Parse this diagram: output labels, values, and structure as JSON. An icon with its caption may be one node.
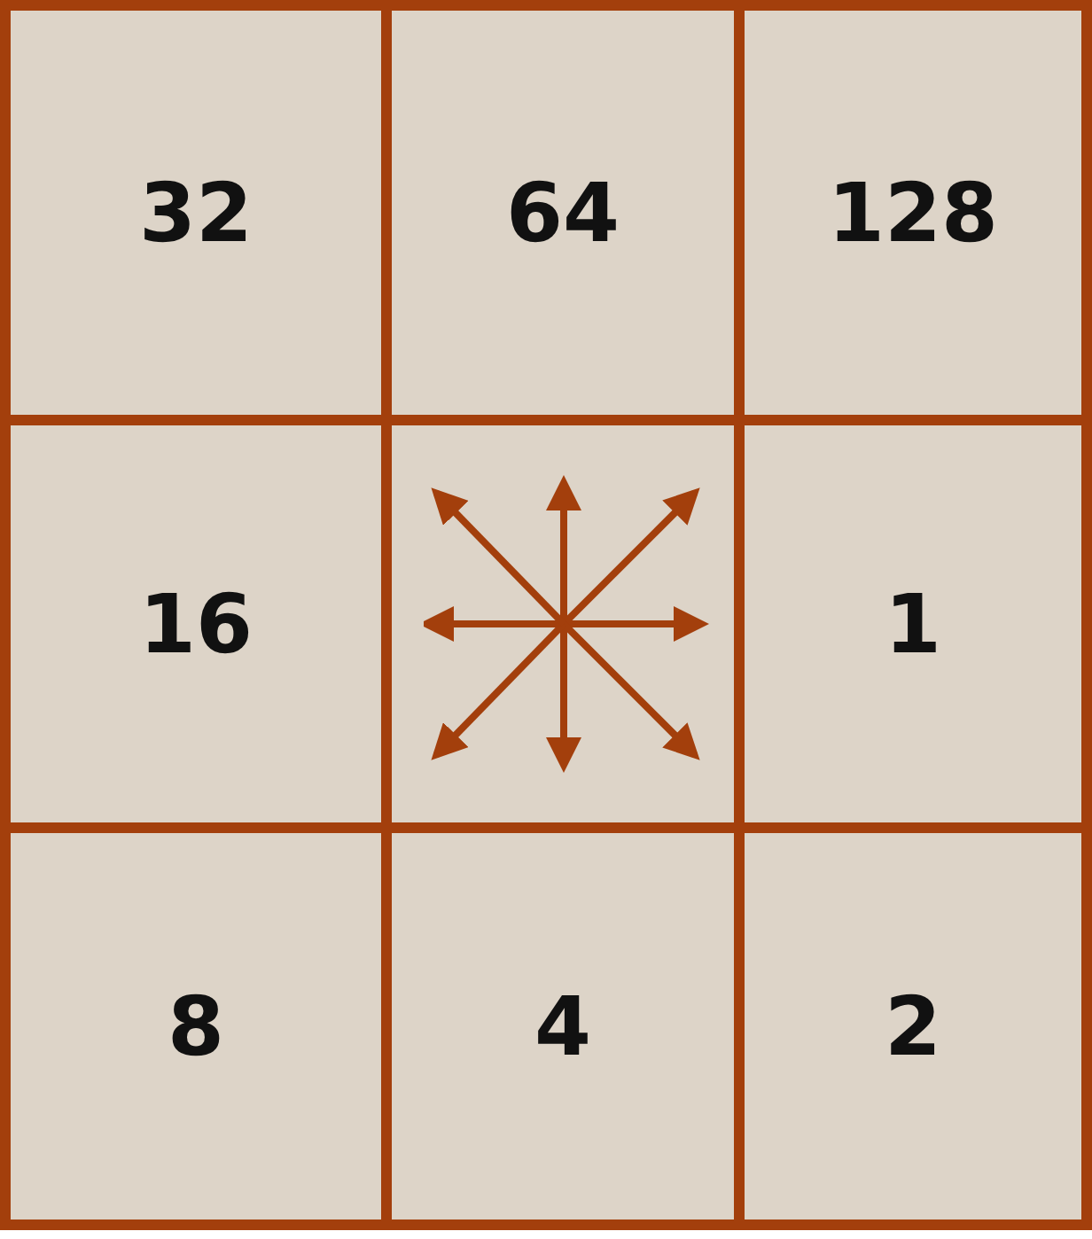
{
  "diagram": {
    "nodes": [
      {
        "text": [
          "32"
        ]
      },
      {
        "text": [
          "64"
        ]
      },
      {
        "text": [
          "128"
        ]
      },
      {
        "text": [
          "16"
        ]
      },
      {
        "text": [],
        "shape": "box"
      },
      {
        "text": [
          "1"
        ]
      },
      {
        "text": [
          "8"
        ]
      },
      {
        "text": [
          "4"
        ]
      },
      {
        "text": [
          "2"
        ]
      }
    ]
  }
}
